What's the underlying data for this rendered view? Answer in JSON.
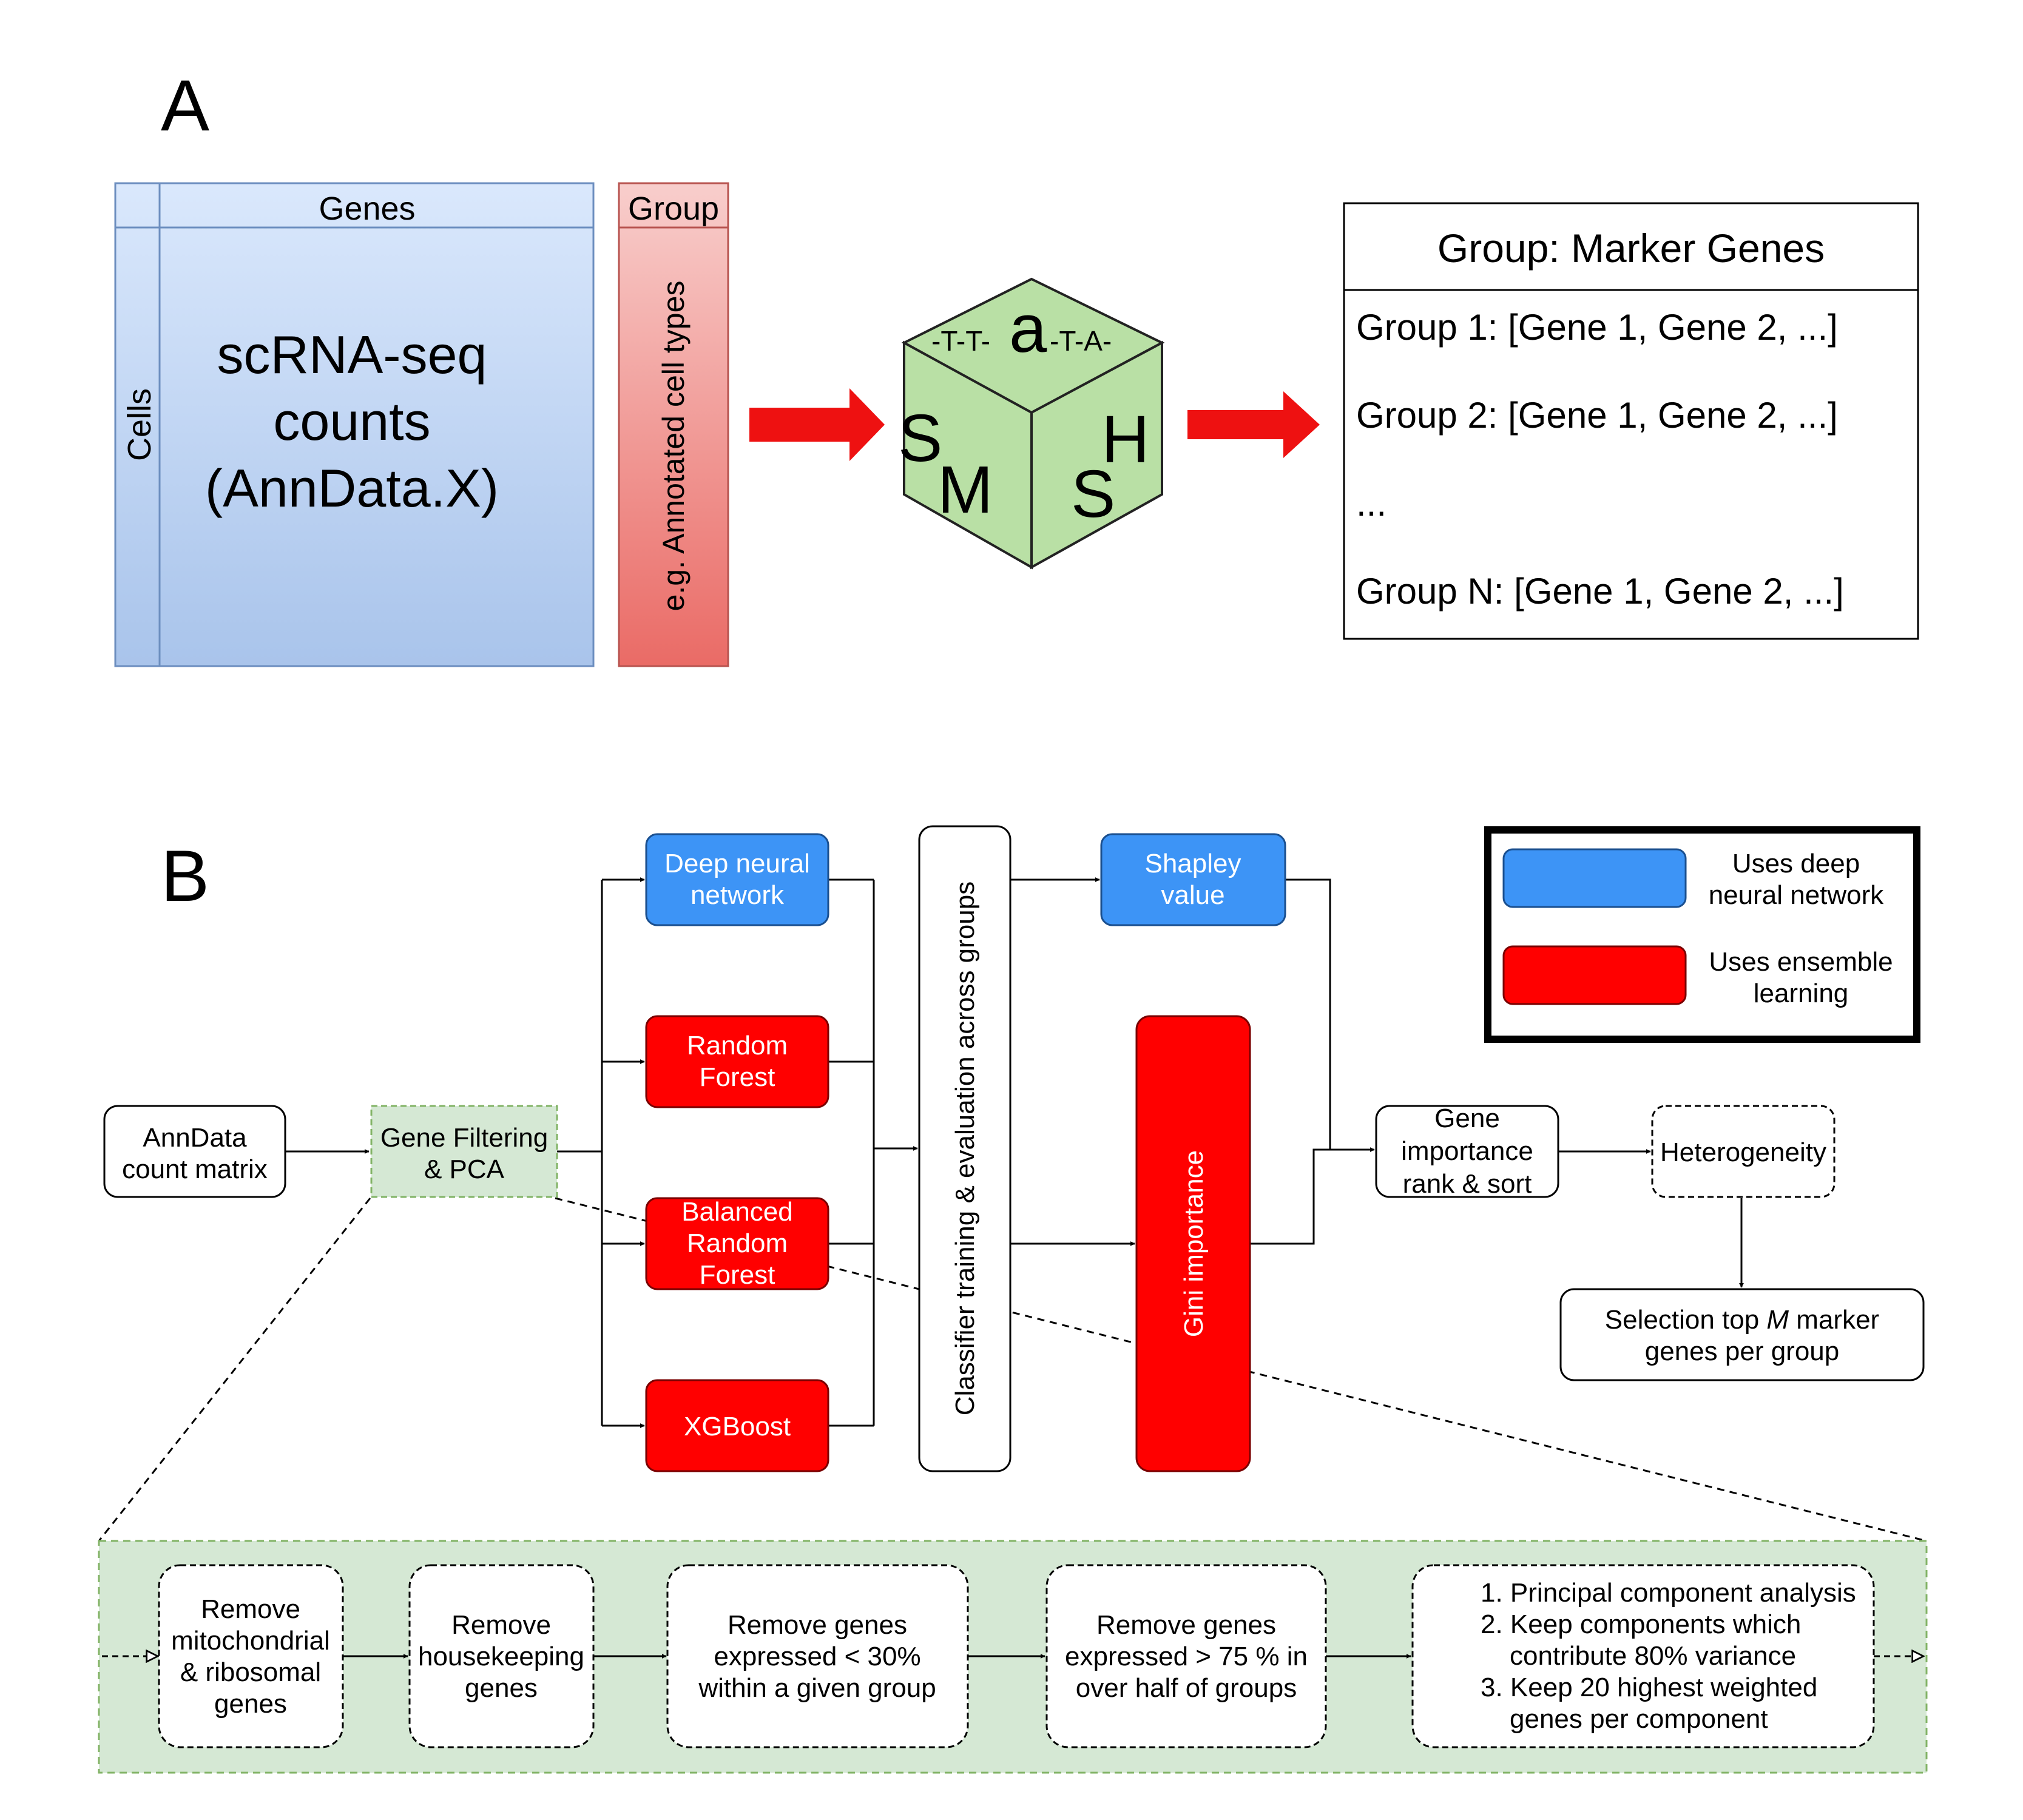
{
  "panel_a": {
    "label": "A",
    "genes_header": "Genes",
    "cells_label": "Cells",
    "matrix_text": [
      "scRNA-seq",
      "counts",
      "(AnnData.X)"
    ],
    "group_header": "Group",
    "group_vertical": "e.g. Annotated cell types",
    "logo": {
      "top_small_left": "-T-T-",
      "top_big": "a",
      "top_small_right": "-T-A-",
      "left_s": "S",
      "left_m": "M",
      "right_h": "H",
      "right_s": "S"
    },
    "markers_title": "Group: Marker Genes",
    "markers": [
      "Group 1: [Gene 1, Gene 2, ...]",
      "Group 2: [Gene 1, Gene 2, ...]",
      "...",
      "Group N: [Gene 1, Gene 2, ...]"
    ]
  },
  "panel_b": {
    "label": "B",
    "anndata": [
      "AnnData",
      "count matrix"
    ],
    "gene_filtering": [
      "Gene Filtering",
      "& PCA"
    ],
    "dnn": [
      "Deep neural",
      "network"
    ],
    "rf": [
      "Random",
      "Forest"
    ],
    "brf": [
      "Balanced",
      "Random",
      "Forest"
    ],
    "xgb": [
      "XGBoost"
    ],
    "classifier": "Classifier training & evaluation across groups",
    "shapley": [
      "Shapley",
      "value"
    ],
    "gini": "Gini importance",
    "gene_importance": [
      "Gene",
      "importance",
      "rank & sort"
    ],
    "heterogeneity": "Heterogeneity",
    "selection": {
      "line1_pre": "Selection top ",
      "line1_m": "M",
      "line1_post": " marker",
      "line2": "genes per group"
    },
    "legend": {
      "dnn": [
        "Uses deep",
        "neural network"
      ],
      "ensemble": [
        "Uses ensemble",
        "learning"
      ]
    },
    "steps": {
      "s1": [
        "Remove",
        "mitochondrial",
        "& ribosomal",
        "genes"
      ],
      "s2": [
        "Remove",
        "housekeeping",
        "genes"
      ],
      "s3": [
        "Remove genes",
        "expressed < 30%",
        "within a given group"
      ],
      "s4": [
        "Remove genes",
        "expressed > 75 % in",
        "over half of groups"
      ],
      "s5": [
        "1. Principal component analysis",
        "2. Keep components which",
        "contribute 80% variance",
        "3. Keep 20 highest weighted",
        "genes per component"
      ]
    },
    "colors": {
      "blue": "#3d94f6",
      "red": "#ff0000",
      "green_fill": "#d5e8d4",
      "green_stroke": "#82b366",
      "arrow_red": "#ee1111"
    }
  }
}
